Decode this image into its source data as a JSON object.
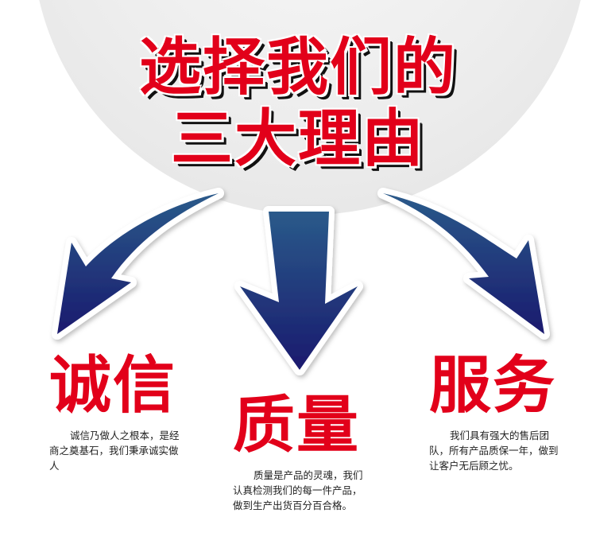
{
  "title": {
    "line1": "选择我们的",
    "line2": "三大理由"
  },
  "colors": {
    "accent_red": "#e2001a",
    "arrow_top": "#2a5a8a",
    "arrow_bottom": "#1a1a6e",
    "bg_circle": "#e8e8e8"
  },
  "reasons": [
    {
      "heading": "诚信",
      "description": "诚信乃做人之根本，是经商之奠基石，我们秉承诚实做人",
      "arrow": "curved-down-left-arrow-icon"
    },
    {
      "heading": "质量",
      "description": "质量是产品的灵魂，我们认真检测我们的每一件产品，做到生产出货百分百合格。",
      "arrow": "down-arrow-icon"
    },
    {
      "heading": "服务",
      "description": "我们具有强大的售后团队，所有产品质保一年，做到让客户无后顾之忧。",
      "arrow": "curved-down-right-arrow-icon"
    }
  ]
}
